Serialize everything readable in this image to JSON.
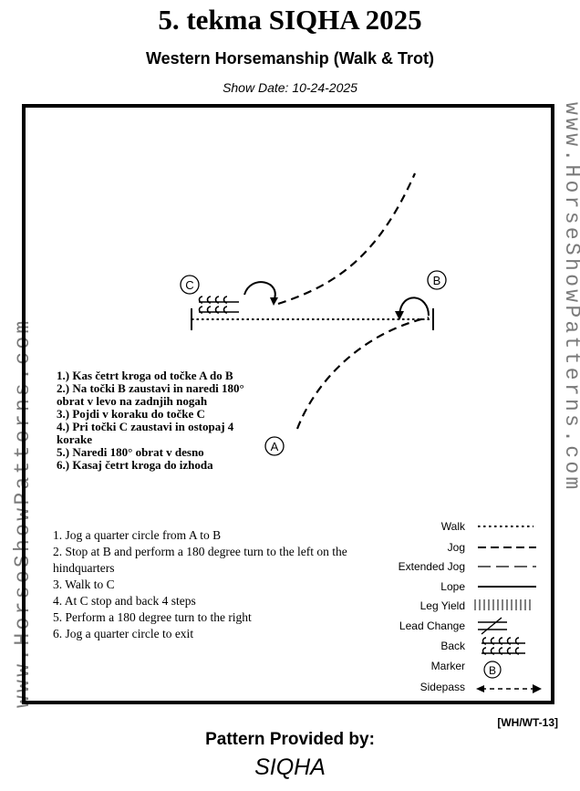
{
  "header": {
    "title": "5. tekma SIQHA 2025",
    "subtitle": "Western Horsemanship (Walk & Trot)",
    "show_date": "Show Date: 10-24-2025"
  },
  "watermark": "www.HorseShowPatterns.com",
  "markers": {
    "a": "A",
    "b": "B",
    "c": "C"
  },
  "instructions_sl": [
    "1.) Kas četrt kroga od točke A do B",
    "2.) Na točki B zaustavi in naredi 180° obrat v levo na zadnjih nogah",
    "3.) Pojdi v koraku do točke C",
    "4.) Pri točki C zaustavi in ostopaj 4 korake",
    "5.) Naredi 180° obrat v desno",
    "6.) Kasaj četrt kroga do izhoda"
  ],
  "instructions_en": [
    "1. Jog a quarter circle from A to B",
    "2. Stop at B and perform a 180 degree turn to the left on the hindquarters",
    "3. Walk to C",
    "4. At C stop and back 4 steps",
    "5. Perform a 180 degree turn to the right",
    "6. Jog a quarter circle to exit"
  ],
  "legend": {
    "walk": "Walk",
    "jog": "Jog",
    "extended_jog": "Extended Jog",
    "lope": "Lope",
    "leg_yield": "Leg Yield",
    "lead_change": "Lead Change",
    "back": "Back",
    "marker": "Marker",
    "marker_symbol": "B",
    "sidepass": "Sidepass"
  },
  "pattern_code": "[WH/WT-13]",
  "footer": {
    "provided_by": "Pattern Provided by:",
    "org": "SIQHA"
  }
}
